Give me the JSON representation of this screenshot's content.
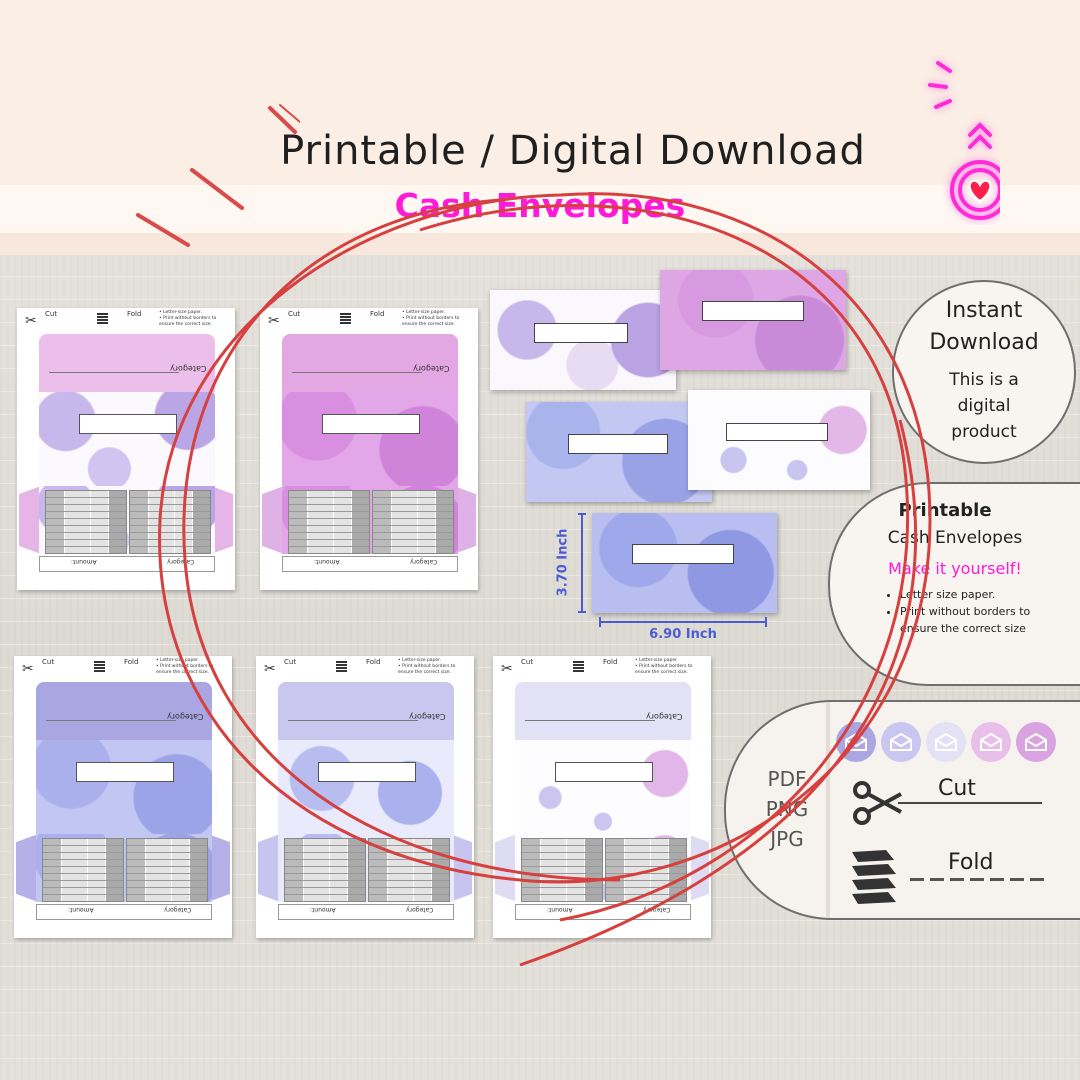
{
  "header": {
    "title": "Printable / Digital Download",
    "subtitle": "Cash Envelopes"
  },
  "sheet_text": {
    "cut": "Cut",
    "fold": "Fold",
    "note1": "Letter-size paper.",
    "note2": "Print without borders to ensure the correct size.",
    "category": "Category",
    "amount": "Amount:"
  },
  "dimensions": {
    "height": "3.70  Inch",
    "width": "6.90  Inch"
  },
  "badge_instant": {
    "line1": "Instant",
    "line2": "Download",
    "line3": "This is a",
    "line4": "digital",
    "line5": "product"
  },
  "badge_printable": {
    "title": "Printable",
    "subtitle": "Cash Envelopes",
    "cta": "Make it yourself!",
    "bullet1": "Letter size paper.",
    "bullet2": "Print without borders to ensure the correct size"
  },
  "formats_panel": {
    "formats": [
      "PDF",
      "PNG",
      "JPG"
    ],
    "cut_label": "Cut",
    "fold_label": "Fold"
  },
  "colors": {
    "subtitle": "#ff19d8",
    "circle_lines": "#d6403f",
    "dimension_blue": "#4a5bd6",
    "neon": "#ff2bd6"
  },
  "sheets": [
    {
      "name": "pink-lavender",
      "flap": "#ebbfe9",
      "floral": "lavender-white",
      "side": "#e4b5e6"
    },
    {
      "name": "pink",
      "flap": "#e3a8e4",
      "floral": "pink",
      "side": "#e0b1e6"
    },
    {
      "name": "periwinkle",
      "flap": "#a9a6e2",
      "floral": "blue",
      "side": "#b5b1e8"
    },
    {
      "name": "light-periwinkle",
      "flap": "#c9c6f0",
      "floral": "blue-light",
      "side": "#c7c5f0"
    },
    {
      "name": "pale-lilac",
      "flap": "#e3e1f5",
      "floral": "sparse",
      "side": "#dedcf3"
    }
  ]
}
